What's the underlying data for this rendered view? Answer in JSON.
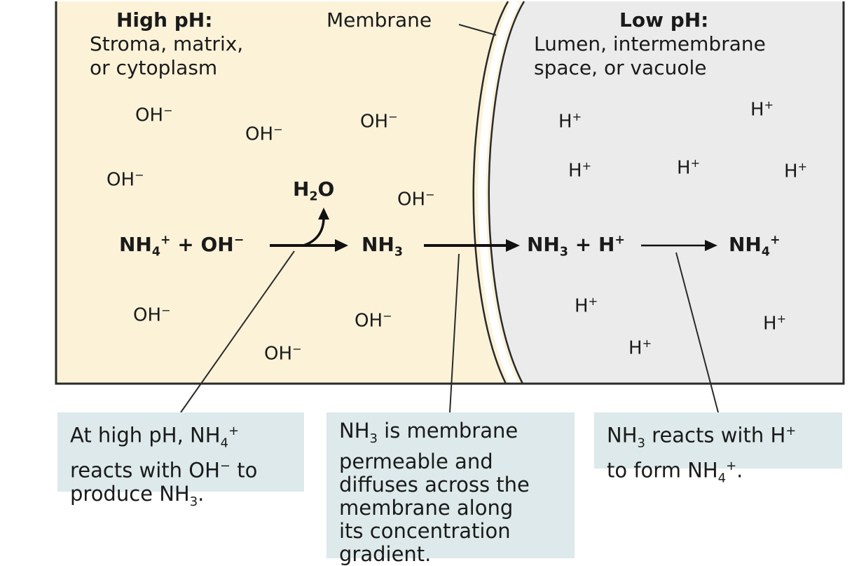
{
  "left": {
    "title": "High pH:",
    "subtitle_line1": "Stroma, matrix,",
    "subtitle_line2": "or cytoplasm"
  },
  "right": {
    "title": "Low pH:",
    "subtitle_line1": "Lumen, intermembrane",
    "subtitle_line2": "space, or vacuole"
  },
  "membrane_label": "Membrane",
  "ions": {
    "hydroxide": "OH",
    "minus": "−",
    "proton": "H",
    "plus": "+"
  },
  "reaction": {
    "nh": "NH",
    "sub4": "4",
    "sub3": "3",
    "plus_sign": "+",
    "plus_join": " + ",
    "oh": "OH",
    "minus": "−",
    "h": "H",
    "water_h": "H",
    "water_sub": "2",
    "water_o": "O"
  },
  "callouts": {
    "box1": {
      "line1_pre": "At high pH, NH",
      "sub": "4",
      "sup": "+",
      "line2": "reacts with OH",
      "line2_sup": "−",
      "line2_post": " to",
      "line3_pre": "produce NH",
      "line3_sub": "3",
      "line3_post": "."
    },
    "box2": {
      "line1_pre": "NH",
      "line1_sub": "3",
      "line1_post": " is membrane",
      "line2": "permeable and",
      "line3": "diffuses across the",
      "line4": "membrane along",
      "line5": "its concentration",
      "line6": "gradient."
    },
    "box3": {
      "line1_pre": "NH",
      "line1_sub": "3",
      "line1_mid": " reacts with H",
      "line1_sup": "+",
      "line2_pre": "to form NH",
      "line2_sub": "4",
      "line2_sup": "+",
      "line2_post": "."
    }
  },
  "colors": {
    "left_compartment": "#fbf2d8",
    "right_compartment": "#ebebeb",
    "callout_fill": "#dde9ea",
    "border": "#2a2a2a"
  }
}
